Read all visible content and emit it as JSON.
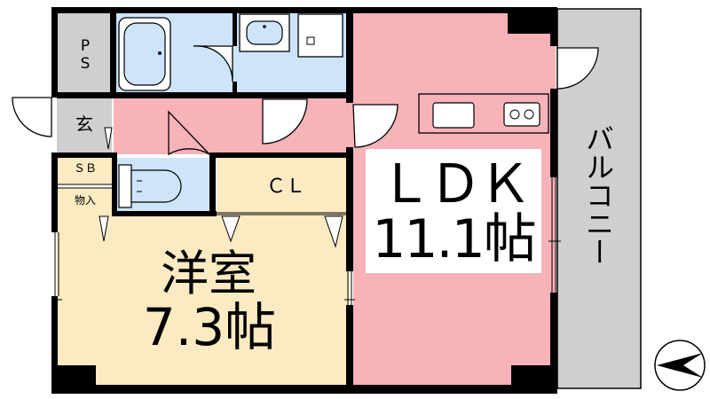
{
  "plan": {
    "colors": {
      "ldk": "#f7b3b8",
      "western": "#fbeac2",
      "closet": "#fbeac2",
      "wet": "#cde4fb",
      "gray": "#cfcfcf",
      "wall": "#000000",
      "balcony": "#cfcfcf"
    },
    "rooms": {
      "ps": {
        "label": "P\nS"
      },
      "genkan": {
        "label": "玄"
      },
      "sb": {
        "label": "ＳＢ"
      },
      "storage": {
        "label": "物入"
      },
      "closet": {
        "label": "ＣＬ"
      },
      "western": {
        "name": "洋室",
        "size": "7.3帖"
      },
      "ldk": {
        "name": "ＬＤＫ",
        "size": "11.1帖"
      },
      "balcony": {
        "label": "バルコニー"
      }
    },
    "icons": [
      "bathtub-icon",
      "washbasin-icon",
      "washing-machine-icon",
      "toilet-icon",
      "kitchen-sink-icon",
      "stove-icon",
      "compass-icon"
    ]
  }
}
